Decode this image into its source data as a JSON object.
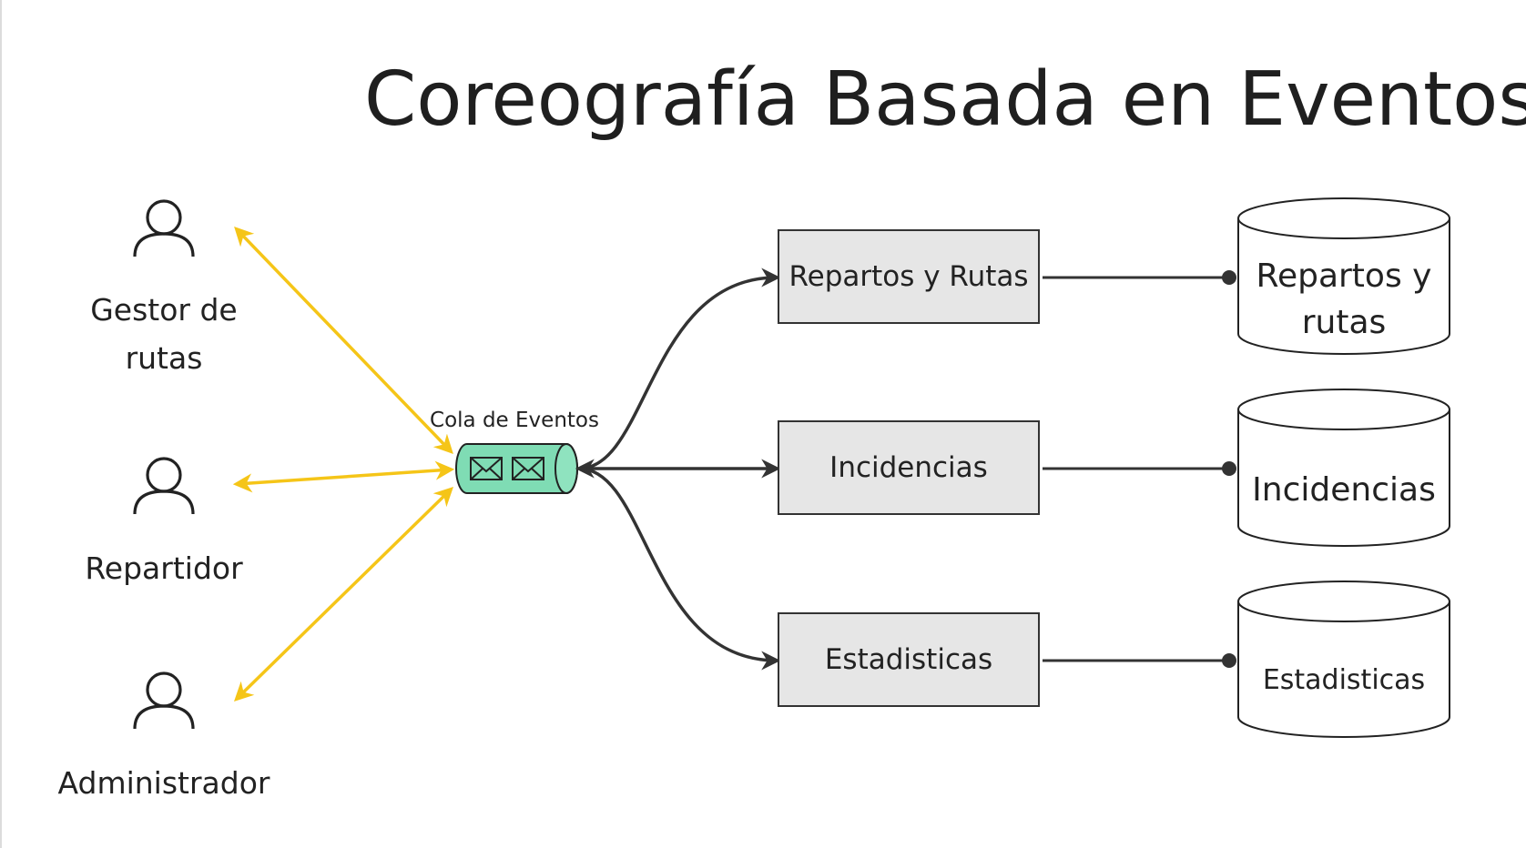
{
  "title": "Coreografía Basada en Eventos",
  "actors": [
    {
      "label": "Gestor de rutas",
      "icon": "user-icon"
    },
    {
      "label": "Repartidor",
      "icon": "user-icon"
    },
    {
      "label": "Administrador",
      "icon": "user-icon"
    }
  ],
  "queue": {
    "label": "Cola de Eventos",
    "icon": "envelope-icon",
    "color": "#7fdcb4"
  },
  "services": [
    {
      "label": "Repartos y Rutas"
    },
    {
      "label": "Incidencias"
    },
    {
      "label": "Estadisticas"
    }
  ],
  "databases": [
    {
      "label": "Repartos y rutas"
    },
    {
      "label": "Incidencias"
    },
    {
      "label": "Estadisticas"
    }
  ],
  "colors": {
    "actor_arrows": "#f5c518",
    "service_arrows": "#333333",
    "service_fill": "#e6e6e6"
  }
}
